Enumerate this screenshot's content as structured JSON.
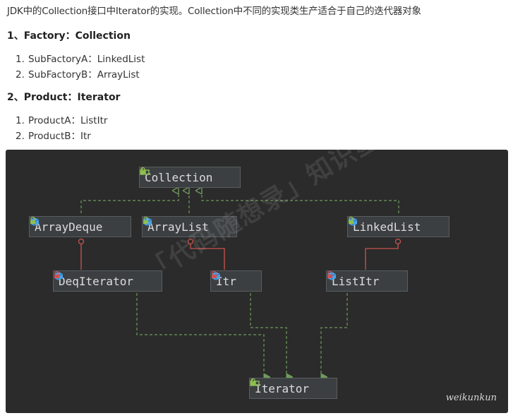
{
  "intro": "JDK中的Collection接口中Iterator的实现。Collection中不同的实现类生产适合于自己的迭代器对象",
  "sections": [
    {
      "heading": "1、Factory：Collection",
      "items": [
        {
          "num": "1.",
          "text": "SubFactoryA：LinkedList"
        },
        {
          "num": "2.",
          "text": "SubFactoryB：ArrayList"
        }
      ]
    },
    {
      "heading": "2、Product：Iterator",
      "items": [
        {
          "num": "1.",
          "text": "ProductA：ListItr"
        },
        {
          "num": "2.",
          "text": "ProductB：Itr"
        }
      ]
    }
  ],
  "diagram": {
    "nodes": {
      "collection": {
        "label": "Collection",
        "kind": "interface",
        "access": "public"
      },
      "arraydeque": {
        "label": "ArrayDeque",
        "kind": "class",
        "access": "public"
      },
      "arraylist": {
        "label": "ArrayList",
        "kind": "class",
        "access": "public"
      },
      "linkedlist": {
        "label": "LinkedList",
        "kind": "class",
        "access": "public"
      },
      "deqiterator": {
        "label": "DeqIterator",
        "kind": "class",
        "access": "private"
      },
      "itr": {
        "label": "Itr",
        "kind": "class",
        "access": "private"
      },
      "listitr": {
        "label": "ListItr",
        "kind": "class",
        "access": "private"
      },
      "iterator": {
        "label": "Iterator",
        "kind": "interface",
        "access": "public"
      }
    },
    "watermark": "「代码随想录」知识星球",
    "author": "weikunkun",
    "colors": {
      "background": "#2b2b2b",
      "node_fill": "#3c3f41",
      "implements_edge": "#6e9a5c",
      "inner_class_edge": "#c9544d",
      "class_icon": "#4aa3e8",
      "interface_icon": "#8fbf4f",
      "public_lock": "#8fbf4f",
      "private_lock": "#d05050"
    }
  }
}
